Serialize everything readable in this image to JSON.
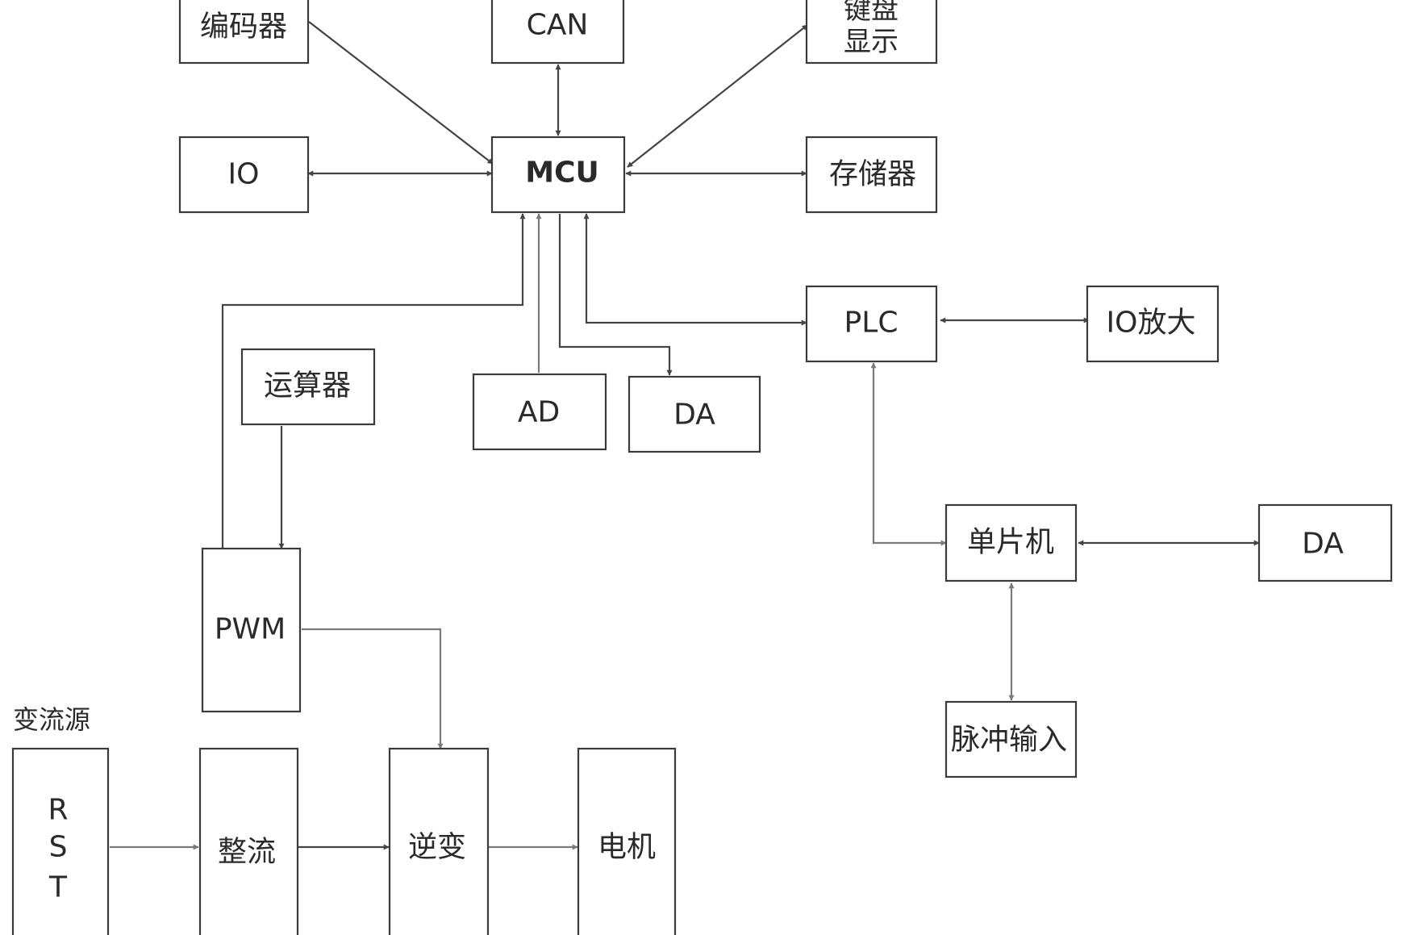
{
  "nodes": {
    "encoder": "编码器",
    "can": "CAN",
    "keyboard_line1": "键盘",
    "keyboard_line2": "显示",
    "io": "IO",
    "mcu": "MCU",
    "memory": "存储器",
    "plc": "PLC",
    "io_amp": "IO放大",
    "opamp": "运算器",
    "ad": "AD",
    "da_mcu": "DA",
    "mcu_single": "单片机",
    "da_single": "DA",
    "pwm": "PWM",
    "pulse_input": "脉冲输入",
    "source_label": "变流源",
    "rst_r": "R",
    "rst_s": "S",
    "rst_t": "T",
    "rectifier": "整流",
    "inverter": "逆变",
    "motor": "电机"
  },
  "colors": {
    "line": "#444444",
    "light_line": "#7a7a7a",
    "box_border": "#3a3a3a",
    "text": "#2a2a2a",
    "background": "#ffffff"
  }
}
